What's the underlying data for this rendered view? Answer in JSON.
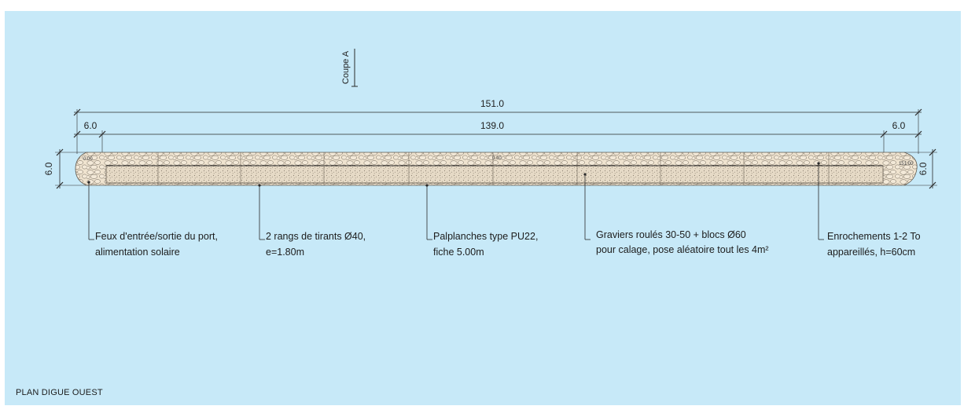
{
  "plan_title": "PLAN DIGUE OUEST",
  "section_label": "Coupe A",
  "dimensions": {
    "overall": "151.0",
    "inner": "139.0",
    "left_end": "6.0",
    "right_end": "6.0",
    "left_width": "6.0",
    "right_width": "6.0"
  },
  "end_marks": {
    "left": "0.00",
    "middle": "0.00",
    "right": "151.00"
  },
  "callouts": [
    {
      "line1": "Feux d'entrée/sortie du port,",
      "line2": "alimentation solaire"
    },
    {
      "line1": "2 rangs de tirants Ø40,",
      "line2": "e=1.80m"
    },
    {
      "line1": "Palplanches type PU22,",
      "line2": "fiche 5.00m"
    },
    {
      "line1": "Graviers roulés 30-50 + blocs Ø60",
      "line2": "pour calage, pose aléatoire tout les 4m²"
    },
    {
      "line1": "Enrochements 1-2 To",
      "line2": "appareillés, h=60cm"
    }
  ],
  "colors": {
    "sea": "#c7e9f8",
    "rock": "#efe3cf",
    "gravel": "#e3d7c2",
    "line": "#2a2a2a"
  }
}
